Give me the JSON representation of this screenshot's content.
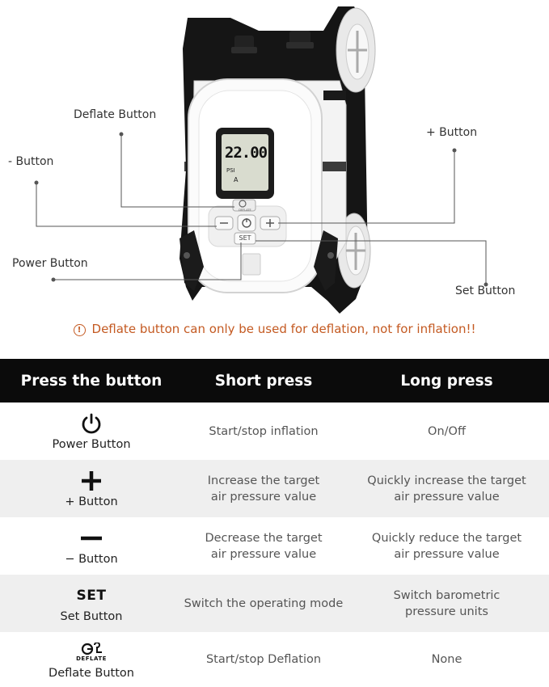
{
  "display": {
    "reading": "22.00",
    "unit": "PSI",
    "mode_indicator": "A"
  },
  "callouts": {
    "deflate": "Deflate Button",
    "minus": "- Button",
    "plus": "+ Button",
    "power": "Power Button",
    "set": "Set Button"
  },
  "device_panel": {
    "deflate_small": "DEFLATE",
    "set_small": "SET"
  },
  "warning": {
    "text": "Deflate button can only be used for deflation, not for inflation!!",
    "icon": "exclamation-circle-icon",
    "color": "#c45a22"
  },
  "table": {
    "headers": [
      "Press the button",
      "Short press",
      "Long press"
    ],
    "rows": [
      {
        "icon": "power-icon",
        "button": "Power Button",
        "short": "Start/stop inflation",
        "long": "On/Off"
      },
      {
        "icon": "plus-icon",
        "button": "+ Button",
        "short": "Increase the target air pressure value",
        "long": "Quickly increase the target air pressure value"
      },
      {
        "icon": "minus-icon",
        "button": "− Button",
        "short": "Decrease the target air pressure value",
        "long": "Quickly reduce the target air pressure value"
      },
      {
        "icon_text": "SET",
        "button": "Set Button",
        "short": "Switch the operating mode",
        "long": "Switch barometric pressure units"
      },
      {
        "icon": "deflate-icon",
        "icon_text": "DEFLATE",
        "button": "Deflate Button",
        "short": "Start/stop Deflation",
        "long": "None"
      }
    ]
  },
  "colors": {
    "header_bg": "#0b0b0b",
    "row_alt": "#efefef",
    "accent": "#c45a22"
  }
}
